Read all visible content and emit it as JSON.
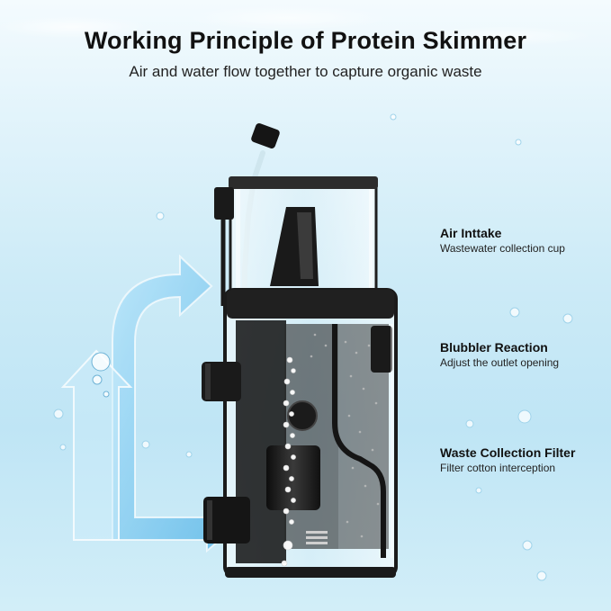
{
  "header": {
    "title": "Working Principle of Protein Skimmer",
    "subtitle": "Air and water flow together to capture organic waste"
  },
  "labels": [
    {
      "title": "Air Inttake",
      "desc": "Wastewater collection cup"
    },
    {
      "title": "Blubbler Reaction",
      "desc": "Adjust the outlet opening"
    },
    {
      "title": "Waste Collection Filter",
      "desc": "Filter cotton interception"
    }
  ],
  "icons": [
    "water-flow-arrow-icon",
    "air-bubble-icon",
    "protein-skimmer-device"
  ],
  "colors": {
    "background": "#cdebf7",
    "flow_arrow": "#6fc3ec",
    "device_body": "#1b1b1b"
  }
}
